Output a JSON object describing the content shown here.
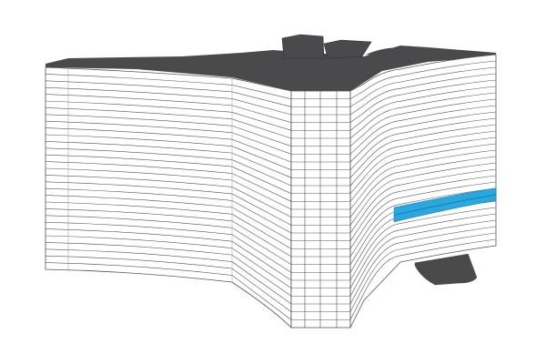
{
  "building": {
    "floor_count": 30,
    "highlighted_floors_from_bottom": [
      6,
      7
    ],
    "colors": {
      "roof": "#4a4a4c",
      "facade": "#ffffff",
      "floor_line": "#555555",
      "highlight": "#29a8e0"
    }
  }
}
